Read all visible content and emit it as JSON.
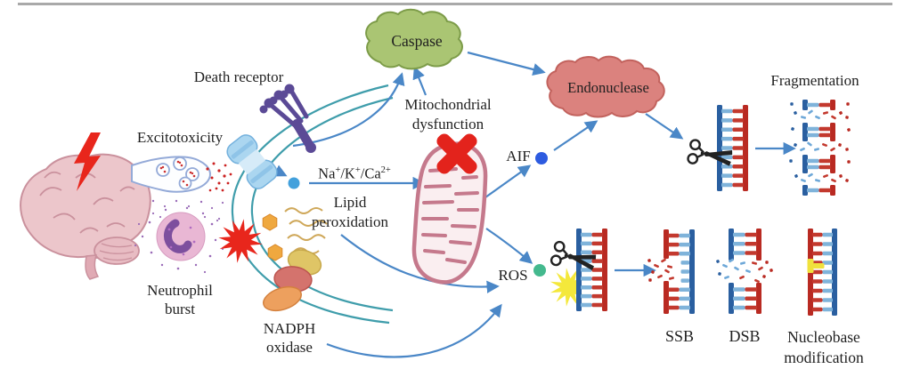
{
  "figure": {
    "type": "cell-death-dna-damage-pathway-diagram",
    "labels": {
      "excitotoxicity": "Excitotoxicity",
      "death_receptor": "Death receptor",
      "neutrophil_burst": {
        "line1": "Neutrophil",
        "line2": "burst"
      },
      "nadph_oxidase": {
        "line1": "NADPH",
        "line2": "oxidase"
      },
      "ion_flux": {
        "p1": "Na",
        "s1": "+",
        "p2": "/K",
        "s2": "+",
        "p3": "/Ca",
        "s3": "2+"
      },
      "lipid_peroxidation": {
        "line1": "Lipid",
        "line2": "peroxidation"
      },
      "mitochondrial_dysfunction": {
        "line1": "Mitochondrial",
        "line2": "dysfunction"
      },
      "caspase": "Caspase",
      "endonuclease": "Endonuclease",
      "fragmentation": "Fragmentation",
      "aif": "AIF",
      "ros": "ROS",
      "ssb": "SSB",
      "dsb": "DSB",
      "nucleobase_modification": {
        "line1": "Nucleobase",
        "line2": "modification"
      }
    },
    "icons": {
      "brain": "pink-brain-illustration",
      "lightning": "red-lightning-bolt",
      "synapse": "synapse-with-vesicles",
      "neutrophil": "neutrophil-cell-with-granules",
      "death_receptor": "purple-trimeric-receptor",
      "ion_channel": "light-blue-membrane-channel",
      "membrane": "teal-double-arc-cell-membrane",
      "membrane_burst": "red-starburst",
      "lipids": "tan-squiggle-glycolipids",
      "nadph_complex": "three-blob-protein-complex",
      "mitochondrion": "pink-mitochondrion-with-cristae",
      "dysfunction_cross": "red-x-mark",
      "aif_dot": "blue-circle",
      "ros_dot": "green-circle",
      "ros_flash": "yellow-starburst",
      "scissors": "black-open-scissors",
      "dna": "blue-red-ladder"
    },
    "colors": {
      "arrow_blue": "#4a87c7",
      "membrane_teal": "#3f9dab",
      "caspase_fill": "#aac573",
      "caspase_stroke": "#7d9c49",
      "endonuclease_fill": "#db827e",
      "endonuclease_stroke": "#c2625d",
      "dna_strand_blue": "#2a5fa0",
      "dna_strand_red": "#b92a22",
      "dna_rung_blue": "#7fb3da",
      "dna_rung_red": "#c3392e",
      "cross_red": "#e3231c",
      "bolt_red": "#e8261c",
      "flash_yellow": "#f4e83b",
      "nucleobase_yellow": "#f0e13c",
      "aif_dot": "#2d5be0",
      "ros_dot": "#44b98e",
      "ion_dot": "#42a0dc",
      "brain_pink": "#ecc6cb",
      "mito_outline": "#c5798c",
      "receptor_purple": "#5b4a96",
      "text": "#1f1f1f"
    }
  }
}
